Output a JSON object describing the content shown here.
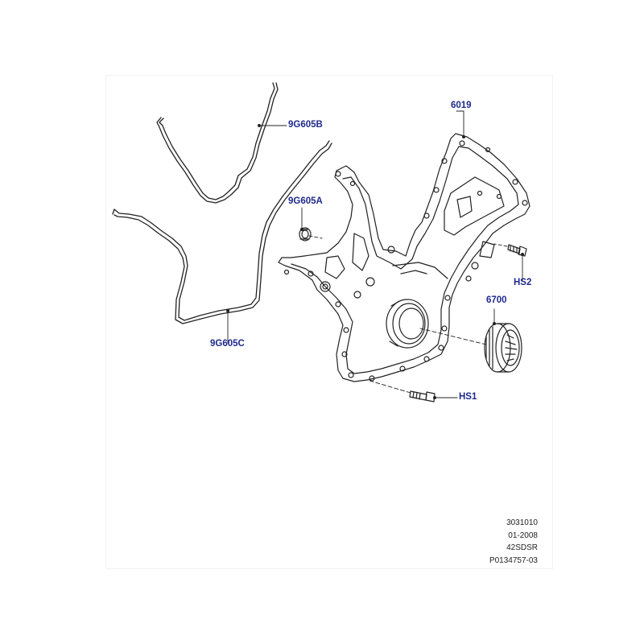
{
  "callouts": {
    "front_cover": "6019",
    "gasket_b": "9G605B",
    "seal_a": "9G605A",
    "gasket_c": "9G605C",
    "bolt_hs2": "HS2",
    "pulley": "6700",
    "bolt_hs1": "HS1"
  },
  "reference": {
    "code": "3031010",
    "date": "01-2008",
    "model": "42SDSR",
    "part_ref": "P0134757-03"
  },
  "colors": {
    "callout_text": "#1f2a8c",
    "line_art": "#222222",
    "background": "#ffffff"
  }
}
